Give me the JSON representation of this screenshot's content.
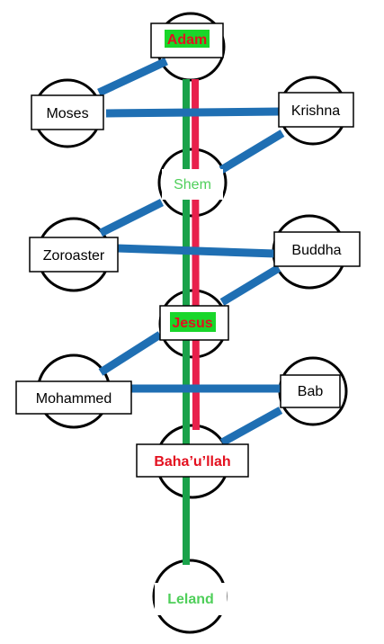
{
  "colors": {
    "stroke": "#000000",
    "green_line": "#1aa24a",
    "red_line": "#e8204c",
    "blue_line": "#1f6fb3",
    "green_text": "#4fcf5a",
    "red_text": "#e3101f",
    "highlight": "#19d62a",
    "background": "#ffffff"
  },
  "nodes": [
    {
      "id": "adam",
      "label": "Adam",
      "style": "red-on-green"
    },
    {
      "id": "moses",
      "label": "Moses",
      "style": "plain"
    },
    {
      "id": "krishna",
      "label": "Krishna",
      "style": "plain"
    },
    {
      "id": "shem",
      "label": "Shem",
      "style": "green"
    },
    {
      "id": "zoroaster",
      "label": "Zoroaster",
      "style": "plain"
    },
    {
      "id": "buddha",
      "label": "Buddha",
      "style": "plain"
    },
    {
      "id": "jesus",
      "label": "Jesus",
      "style": "red-on-green"
    },
    {
      "id": "mohammed",
      "label": "Mohammed",
      "style": "plain"
    },
    {
      "id": "bab",
      "label": "Bab",
      "style": "plain"
    },
    {
      "id": "bahaullah",
      "label": "Baha’u’llah",
      "style": "red"
    },
    {
      "id": "leland",
      "label": "Leland",
      "style": "green"
    }
  ],
  "edges": [
    {
      "from": "adam",
      "to": "bahaullah",
      "color": "red"
    },
    {
      "from": "adam",
      "to": "leland",
      "color": "green"
    },
    {
      "from": "adam",
      "to": "moses",
      "color": "blue"
    },
    {
      "from": "moses",
      "to": "krishna",
      "color": "blue"
    },
    {
      "from": "krishna",
      "to": "shem",
      "color": "blue"
    },
    {
      "from": "shem",
      "to": "zoroaster",
      "color": "blue"
    },
    {
      "from": "zoroaster",
      "to": "buddha",
      "color": "blue"
    },
    {
      "from": "buddha",
      "to": "jesus",
      "color": "blue"
    },
    {
      "from": "jesus",
      "to": "mohammed",
      "color": "blue"
    },
    {
      "from": "mohammed",
      "to": "bab",
      "color": "blue"
    },
    {
      "from": "bab",
      "to": "bahaullah",
      "color": "blue"
    }
  ]
}
